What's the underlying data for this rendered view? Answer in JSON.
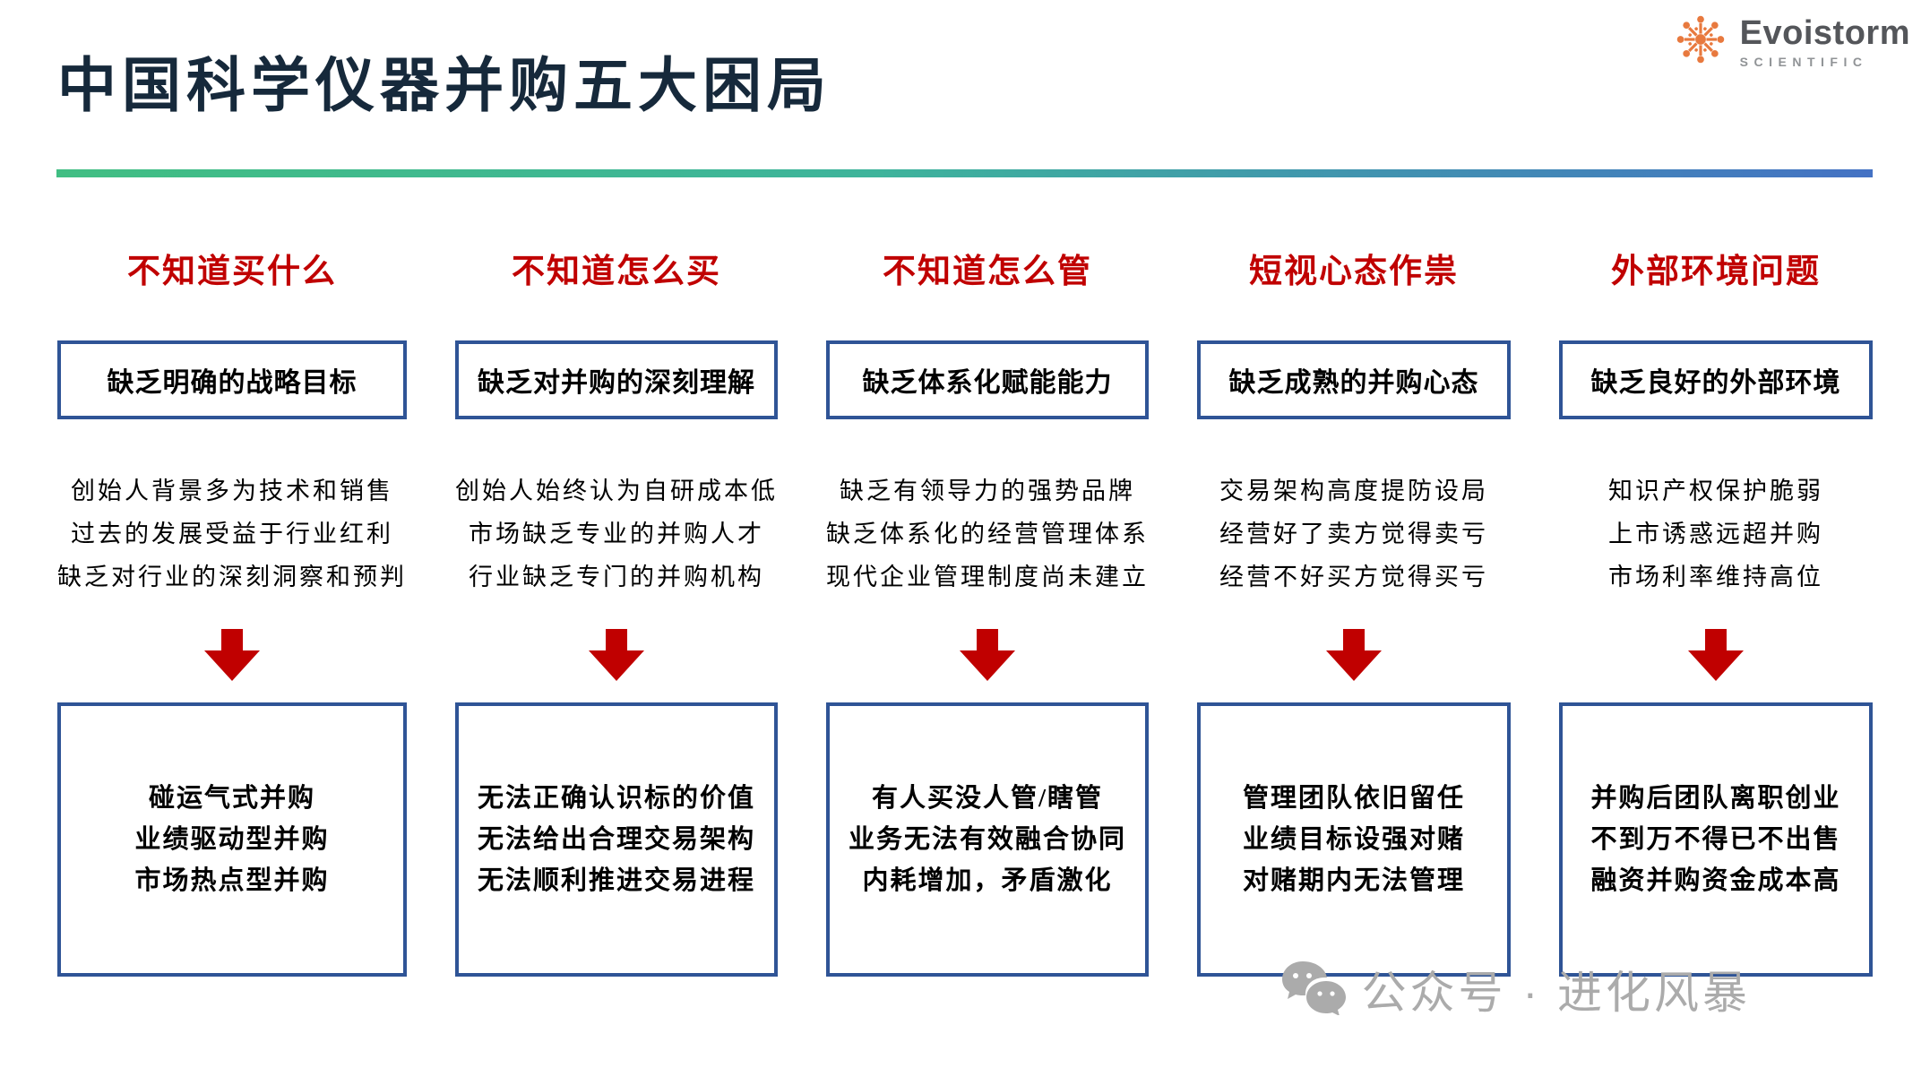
{
  "page": {
    "title": "中国科学仪器并购五大困局"
  },
  "logo": {
    "name": "Evoistorm",
    "subtitle": "SCIENTIFIC"
  },
  "columns": [
    {
      "header": "不知道买什么",
      "problem": "缺乏明确的战略目标",
      "causes": [
        "创始人背景多为技术和销售",
        "过去的发展受益于行业红利",
        "缺乏对行业的深刻洞察和预判"
      ],
      "results": [
        "碰运气式并购",
        "业绩驱动型并购",
        "市场热点型并购"
      ]
    },
    {
      "header": "不知道怎么买",
      "problem": "缺乏对并购的深刻理解",
      "causes": [
        "创始人始终认为自研成本低",
        "市场缺乏专业的并购人才",
        "行业缺乏专门的并购机构"
      ],
      "results": [
        "无法正确认识标的价值",
        "无法给出合理交易架构",
        "无法顺利推进交易进程"
      ]
    },
    {
      "header": "不知道怎么管",
      "problem": "缺乏体系化赋能能力",
      "causes": [
        "缺乏有领导力的强势品牌",
        "缺乏体系化的经营管理体系",
        "现代企业管理制度尚未建立"
      ],
      "results": [
        "有人买没人管/瞎管",
        "业务无法有效融合协同",
        "内耗增加，矛盾激化"
      ]
    },
    {
      "header": "短视心态作祟",
      "problem": "缺乏成熟的并购心态",
      "causes": [
        "交易架构高度提防设局",
        "经营好了卖方觉得卖亏",
        "经营不好买方觉得买亏"
      ],
      "results": [
        "管理团队依旧留任",
        "业绩目标设强对赌",
        "对赌期内无法管理"
      ]
    },
    {
      "header": "外部环境问题",
      "problem": "缺乏良好的外部环境",
      "causes": [
        "知识产权保护脆弱",
        "上市诱惑远超并购",
        "市场利率维持高位"
      ],
      "results": [
        "并购后团队离职创业",
        "不到万不得已不出售",
        "融资并购资金成本高"
      ]
    }
  ],
  "watermark": {
    "text": "公众号 · 进化风暴"
  },
  "icons": [
    "logo-starburst-icon",
    "down-arrow-icon",
    "wechat-icon"
  ],
  "colors": {
    "title_navy": "#16293B",
    "header_red": "#C00000",
    "arrow_red": "#C00000",
    "box_border_blue": "#2F5496",
    "rule_gradient_start": "#41BE83",
    "rule_gradient_end": "#4472C4",
    "logo_orange": "#E8793E",
    "logo_gray": "#54565A",
    "watermark_gray": "#ABABAB"
  }
}
